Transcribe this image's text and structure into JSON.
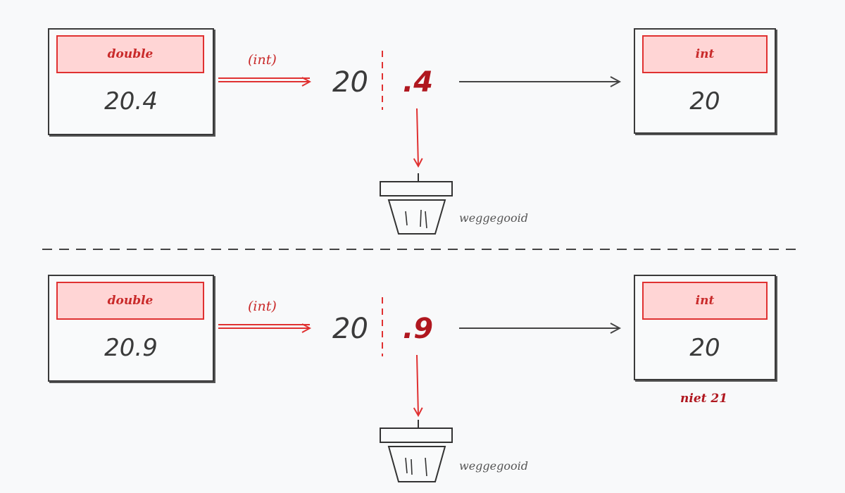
{
  "top": {
    "source": {
      "type_label": "double",
      "value": "20.4"
    },
    "cast_label": "(int)",
    "integer_part": "20",
    "fraction_part": ".4",
    "target": {
      "type_label": "int",
      "value": "20"
    },
    "discard_label": "weggegooid"
  },
  "bottom": {
    "source": {
      "type_label": "double",
      "value": "20.9"
    },
    "cast_label": "(int)",
    "integer_part": "20",
    "fraction_part": ".9",
    "target": {
      "type_label": "int",
      "value": "20"
    },
    "discard_label": "weggegooid",
    "note": "niet 21"
  },
  "colors": {
    "accent": "#e03131",
    "dark_red": "#b0171f",
    "ink": "#3a3a3a",
    "header_fill": "#ffd5d5"
  },
  "icons": [
    "trash-can-icon",
    "arrow-icon"
  ]
}
